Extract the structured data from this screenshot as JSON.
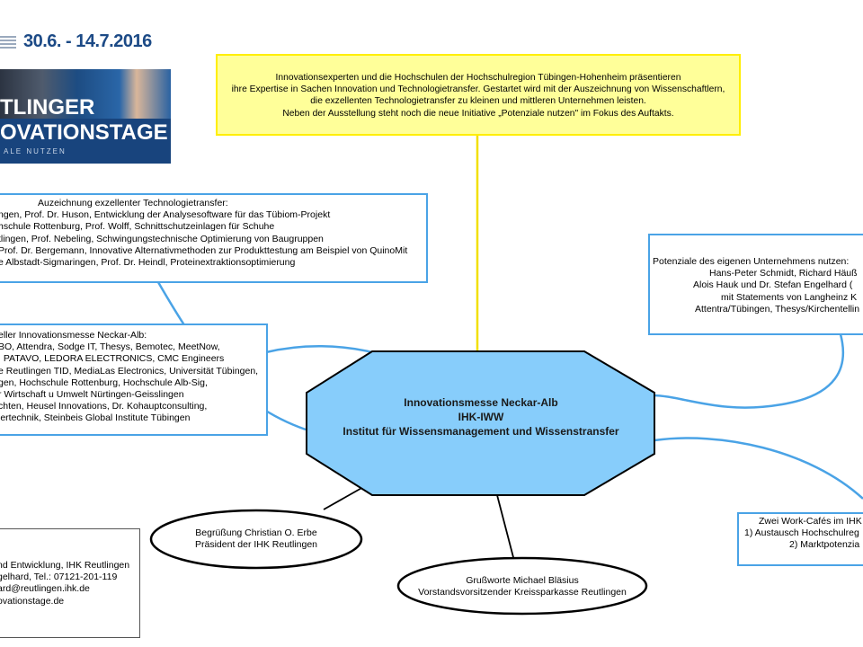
{
  "logo": {
    "dates": "30.6. - 14.7.2016",
    "line1": "TLINGER",
    "line2": "OVATIONSTAGE",
    "line3": "ALE NUTZEN"
  },
  "top_box": {
    "lines": [
      "Innovationsexperten und die Hochschulen der Hochschulregion Tübingen-Hohenheim präsentieren",
      "ihre Expertise in Sachen Innovation und Technologietransfer. Gestartet wird mit der Auszeichnung von Wissenschaftlern,",
      "die exzellenten Technologietransfer zu kleinen und mittleren Unternehmen leisten.",
      "Neben der Ausstellung steht noch die neue Initiative „Potenziale nutzen\" im Fokus des Auftakts."
    ]
  },
  "award_box": {
    "title": "Auzeichnung exzellenter Technologietransfer:",
    "lines": [
      "ngen, Prof. Dr. Huson, Entwicklung der Analysesoftware für das Tübiom-Projekt",
      "hschule Rottenburg, Prof. Wolff,  Schnittschutzeinlagen für Schuhe",
      "tlingen, Prof. Nebeling,  Schwingungstechnische Optimierung von Baugruppen",
      "Prof.  Dr. Bergemann,  Innovative Alternativmethoden zur Produkttestung am Beispiel von QuinoMit",
      "e Albstadt-Sigmaringen, Prof. Dr. Heindl,  Proteinextraktionsoptimierung"
    ]
  },
  "messe_box": {
    "lines": [
      "eller Innovationsmesse Neckar-Alb:",
      "BO, Attendra,  Sodge IT, Thesys, Bemotec, MeetNow,",
      ", PATAVO, LEDORA ELECTRONICS, CMC Engineers",
      "e Reutlingen TID, MediaLas Electronics, Universität Tübingen,",
      "gen, Hochschule Rottenburg, Hochschule Alb-Sig,",
      "r Wirtschaft u Umwelt Nürtingen-Geisslingen",
      "chten,  Heusel Innovations, Dr. Kohauptconsulting,",
      "iertechnik, Steinbeis Global Institute Tübingen"
    ]
  },
  "potenziale_box": {
    "lines": [
      "Potenziale des eigenen Unternehmens nutzen:",
      "Hans-Peter Schmidt, Richard Häuß",
      "Alois Hauk und Dr. Stefan Engelhard (",
      "mit Statements von Langheinz K",
      "Attentra/Tübingen, Thesys/Kirchentellin"
    ]
  },
  "workcafe_box": {
    "lines": [
      "Zwei Work-Cafés im IHK",
      "1) Austausch Hochschulreg",
      "2) Marktpotenzia"
    ]
  },
  "contact_box": {
    "lines": [
      "nd Entwicklung, IHK Reutlingen",
      "gelhard, Tel.: 07121-201-119",
      "ard@reutlingen.ihk.de",
      "ovationstage.de"
    ]
  },
  "center": {
    "line1": "Innovationsmesse Neckar-Alb",
    "line2": "IHK-IWW",
    "line3": "Institut für Wissensmanagement und Wissenstransfer",
    "fill_color": "#87cdfb"
  },
  "ellipse_left": {
    "line1": "Begrüßung Christian O. Erbe",
    "line2": "Präsident der IHK Reutlingen"
  },
  "ellipse_right": {
    "line1": "Grußworte Michael Bläsius",
    "line2": "Vorstandsvorsitzender Kreissparkasse Reutlingen"
  },
  "colors": {
    "box_border_blue": "#4aa3e6",
    "top_box_fill": "#ffff99",
    "top_box_border": "#ffee00",
    "connector_yellow": "#f2e000"
  }
}
